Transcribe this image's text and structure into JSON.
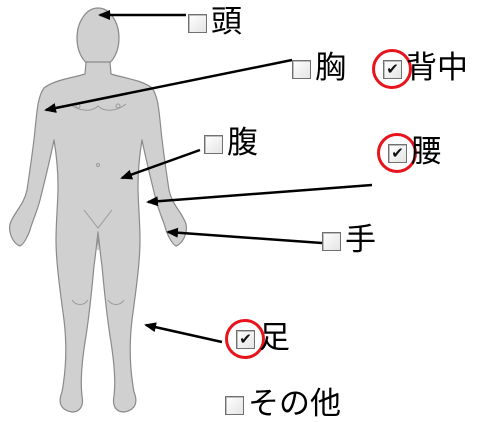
{
  "colors": {
    "figure_fill": "#d0d0d0",
    "figure_outline": "#8a8a8a",
    "arrow": "#000000",
    "highlight_ring": "#e8141b"
  },
  "options": [
    {
      "key": "head",
      "label": "頭",
      "checked": false,
      "highlighted": false
    },
    {
      "key": "chest",
      "label": "胸",
      "checked": false,
      "highlighted": false
    },
    {
      "key": "back",
      "label": "背中",
      "checked": true,
      "highlighted": true
    },
    {
      "key": "belly",
      "label": "腹",
      "checked": false,
      "highlighted": false
    },
    {
      "key": "waist",
      "label": "腰",
      "checked": true,
      "highlighted": true
    },
    {
      "key": "hand",
      "label": "手",
      "checked": false,
      "highlighted": false
    },
    {
      "key": "foot",
      "label": "足",
      "checked": true,
      "highlighted": true
    },
    {
      "key": "other",
      "label": "その他",
      "checked": false,
      "highlighted": false
    }
  ],
  "icons": {
    "check": "check-mark-icon",
    "figure": "human-body-icon",
    "arrow": "pointer-arrow-icon"
  }
}
